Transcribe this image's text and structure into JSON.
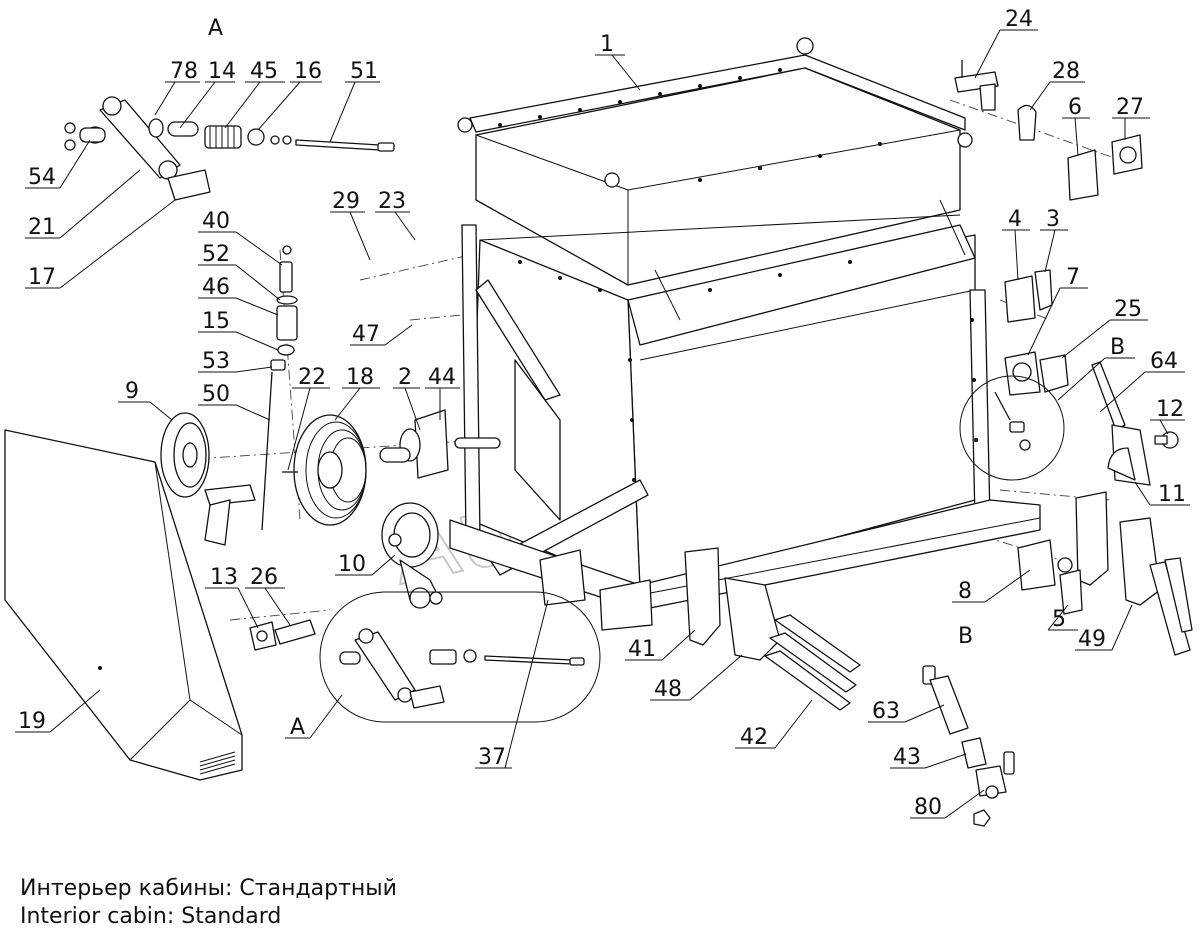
{
  "watermark": "AutoSoft",
  "view_labels": {
    "a_top": "A",
    "a_detail": "A",
    "b_detail": "B",
    "b_lower": "B"
  },
  "callouts": {
    "c1": "1",
    "c2": "2",
    "c3": "3",
    "c4": "4",
    "c5": "5",
    "c6": "6",
    "c7": "7",
    "c8": "8",
    "c9": "9",
    "c10": "10",
    "c11": "11",
    "c12": "12",
    "c13": "13",
    "c14": "14",
    "c15": "15",
    "c16": "16",
    "c17": "17",
    "c18": "18",
    "c19": "19",
    "c21": "21",
    "c22": "22",
    "c23": "23",
    "c24": "24",
    "c25": "25",
    "c26": "26",
    "c27": "27",
    "c28": "28",
    "c29": "29",
    "c37": "37",
    "c40": "40",
    "c41": "41",
    "c42": "42",
    "c43": "43",
    "c44": "44",
    "c45": "45",
    "c46": "46",
    "c47": "47",
    "c48": "48",
    "c49": "49",
    "c50": "50",
    "c51": "51",
    "c52": "52",
    "c53": "53",
    "c54": "54",
    "c63": "63",
    "c64": "64",
    "c78": "78",
    "c80": "80"
  },
  "caption": {
    "ru": "Интерьер кабины: Стандартный",
    "en": "Interior cabin: Standard"
  }
}
